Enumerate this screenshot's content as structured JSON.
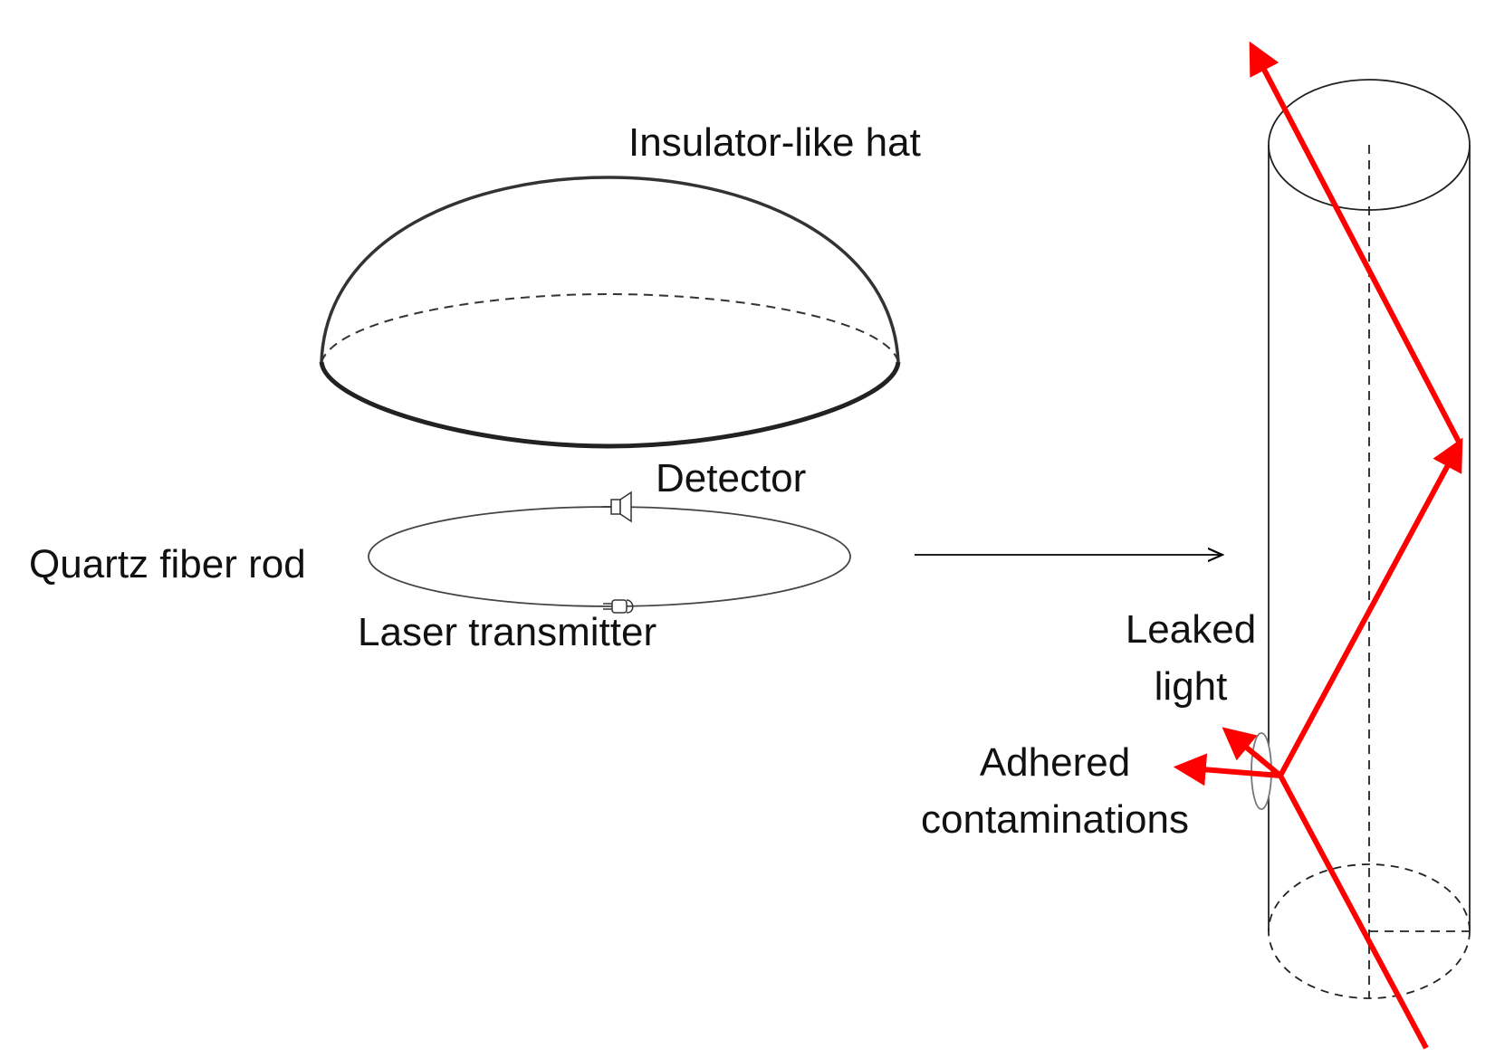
{
  "labels": {
    "hat": "Insulator-like hat",
    "detector": "Detector",
    "rod": "Quartz fiber rod",
    "laser": "Laser transmitter",
    "leaked_line1": "Leaked",
    "leaked_line2": "light",
    "adhered_line1": "Adhered",
    "adhered_line2": "contaminations"
  },
  "colors": {
    "beam": "#ff0000",
    "line": "#000000",
    "text": "#111111"
  }
}
